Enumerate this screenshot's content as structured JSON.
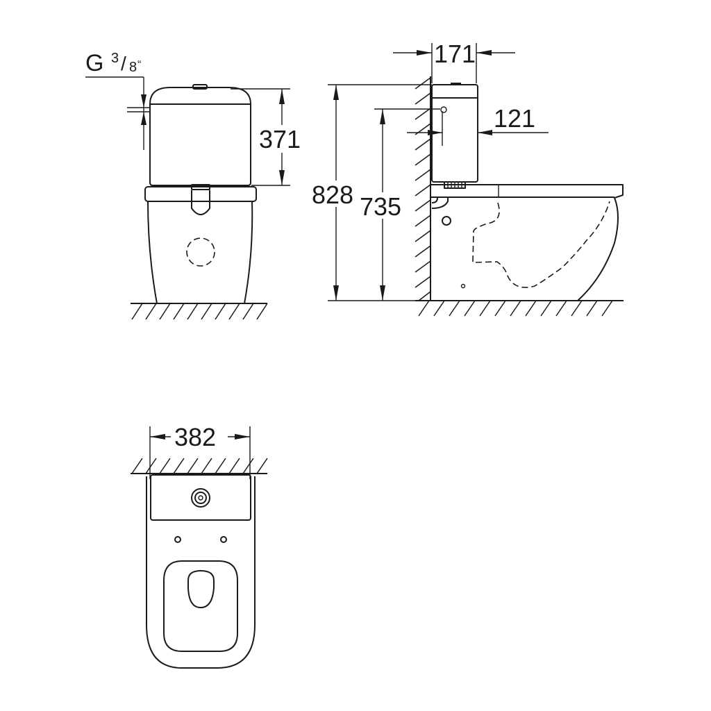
{
  "dimensions": {
    "thread_symbol": "G",
    "thread_numerator": "3",
    "thread_slash": "/",
    "thread_denominator": "8",
    "thread_mark": "“",
    "cistern_height": "371",
    "overall_height": "828",
    "tank_top_height": "735",
    "cistern_depth": "171",
    "inlet_offset": "121",
    "overall_width": "382"
  }
}
